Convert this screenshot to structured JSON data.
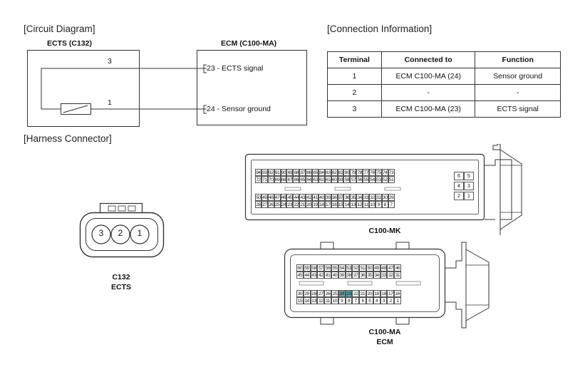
{
  "sections": {
    "circuit": "[Circuit Diagram]",
    "connection": "[Connection Information]",
    "harness": "[Harness Connector]"
  },
  "circuit": {
    "ects_title": "ECTS (C132)",
    "ecm_title": "ECM (C100-MA)",
    "wire1_pin": "3",
    "wire2_pin": "1",
    "ecm_pin1": "23 - ECTS signal",
    "ecm_pin2": "24 - Sensor ground"
  },
  "table": {
    "headers": [
      "Terminal",
      "Connected to",
      "Function"
    ],
    "rows": [
      [
        "1",
        "ECM C100-MA (24)",
        "Sensor ground"
      ],
      [
        "2",
        "-",
        "-"
      ],
      [
        "3",
        "ECM C100-MA (23)",
        "ECTS signal"
      ]
    ]
  },
  "c132": {
    "pins": [
      "3",
      "2",
      "1"
    ],
    "label1": "C132",
    "label2": "ECTS"
  },
  "c100mk": {
    "row1": [
      "94",
      "93",
      "92",
      "91",
      "90",
      "89",
      "88",
      "87",
      "86",
      "85",
      "84",
      "83",
      "82",
      "81",
      "80",
      "79",
      "78",
      "77",
      "76",
      "75",
      "74",
      "73"
    ],
    "row2": [
      "72",
      "71",
      "70",
      "69",
      "68",
      "67",
      "66",
      "65",
      "64",
      "63",
      "62",
      "61",
      "60",
      "59",
      "58",
      "57",
      "56",
      "55",
      "54",
      "53",
      "52",
      "51"
    ],
    "row3": [
      "50",
      "49",
      "48",
      "47",
      "46",
      "45",
      "44",
      "43",
      "42",
      "41",
      "40",
      "39",
      "38",
      "37",
      "36",
      "35",
      "34",
      "33",
      "32",
      "31",
      "30",
      "29"
    ],
    "row4": [
      "28",
      "27",
      "26",
      "25",
      "24",
      "23",
      "22",
      "21",
      "20",
      "19",
      "18",
      "17",
      "16",
      "15",
      "14",
      "13",
      "12",
      "11",
      "10",
      "9",
      "8",
      "7"
    ],
    "side": [
      [
        "6",
        "5"
      ],
      [
        "4",
        "3"
      ],
      [
        "2",
        "1"
      ]
    ],
    "label": "C100-MK"
  },
  "c100ma": {
    "row1": [
      "60",
      "59",
      "58",
      "57",
      "56",
      "55",
      "54",
      "53",
      "52",
      "51",
      "50",
      "49",
      "48",
      "47",
      "46"
    ],
    "row2": [
      "45",
      "44",
      "43",
      "42",
      "41",
      "40",
      "39",
      "38",
      "37",
      "36",
      "35",
      "34",
      "33",
      "32",
      "31"
    ],
    "row3": [
      "30",
      "29",
      "28",
      "27",
      "26",
      "25",
      "24",
      "23",
      "22",
      "21",
      "20",
      "19",
      "18",
      "17",
      "16"
    ],
    "row4": [
      "15",
      "14",
      "13",
      "12",
      "11",
      "10",
      "9",
      "8",
      "7",
      "6",
      "5",
      "4",
      "3",
      "2",
      "1"
    ],
    "highlight": [
      "24",
      "23"
    ],
    "highlight_color": "#5aa6a6",
    "label1": "C100-MA",
    "label2": "ECM"
  }
}
